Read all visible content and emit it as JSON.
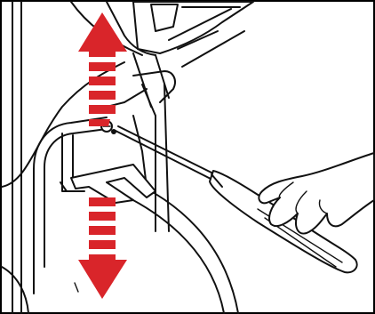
{
  "figure": {
    "border_color": "#000000",
    "line_color": "#111111",
    "arrow_color": "#d9252a",
    "arrow_stripe_color": "#ffffff",
    "arrow_direction": "vertical-double-headed",
    "tool": "screwdriver",
    "action": "adjust screw"
  }
}
